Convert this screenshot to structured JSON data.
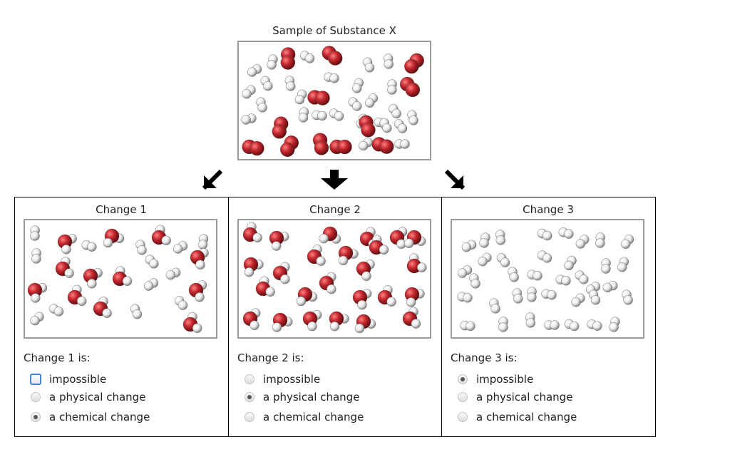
{
  "sample": {
    "title": "Sample of Substance X"
  },
  "panels": [
    {
      "title": "Change 1",
      "question": "Change 1 is:",
      "options": [
        "impossible",
        "a physical change",
        "a chemical change"
      ],
      "selected": 2,
      "focused": 0
    },
    {
      "title": "Change 2",
      "question": "Change 2 is:",
      "options": [
        "impossible",
        "a physical change",
        "a chemical change"
      ],
      "selected": 1,
      "focused": -1
    },
    {
      "title": "Change 3",
      "question": "Change 3 is:",
      "options": [
        "impossible",
        "a physical change",
        "a chemical change"
      ],
      "selected": 0,
      "focused": -1
    }
  ],
  "colors": {
    "oxygen": "#c0272d",
    "hydrogen": "#ececec",
    "border": "#9a9a9a"
  }
}
